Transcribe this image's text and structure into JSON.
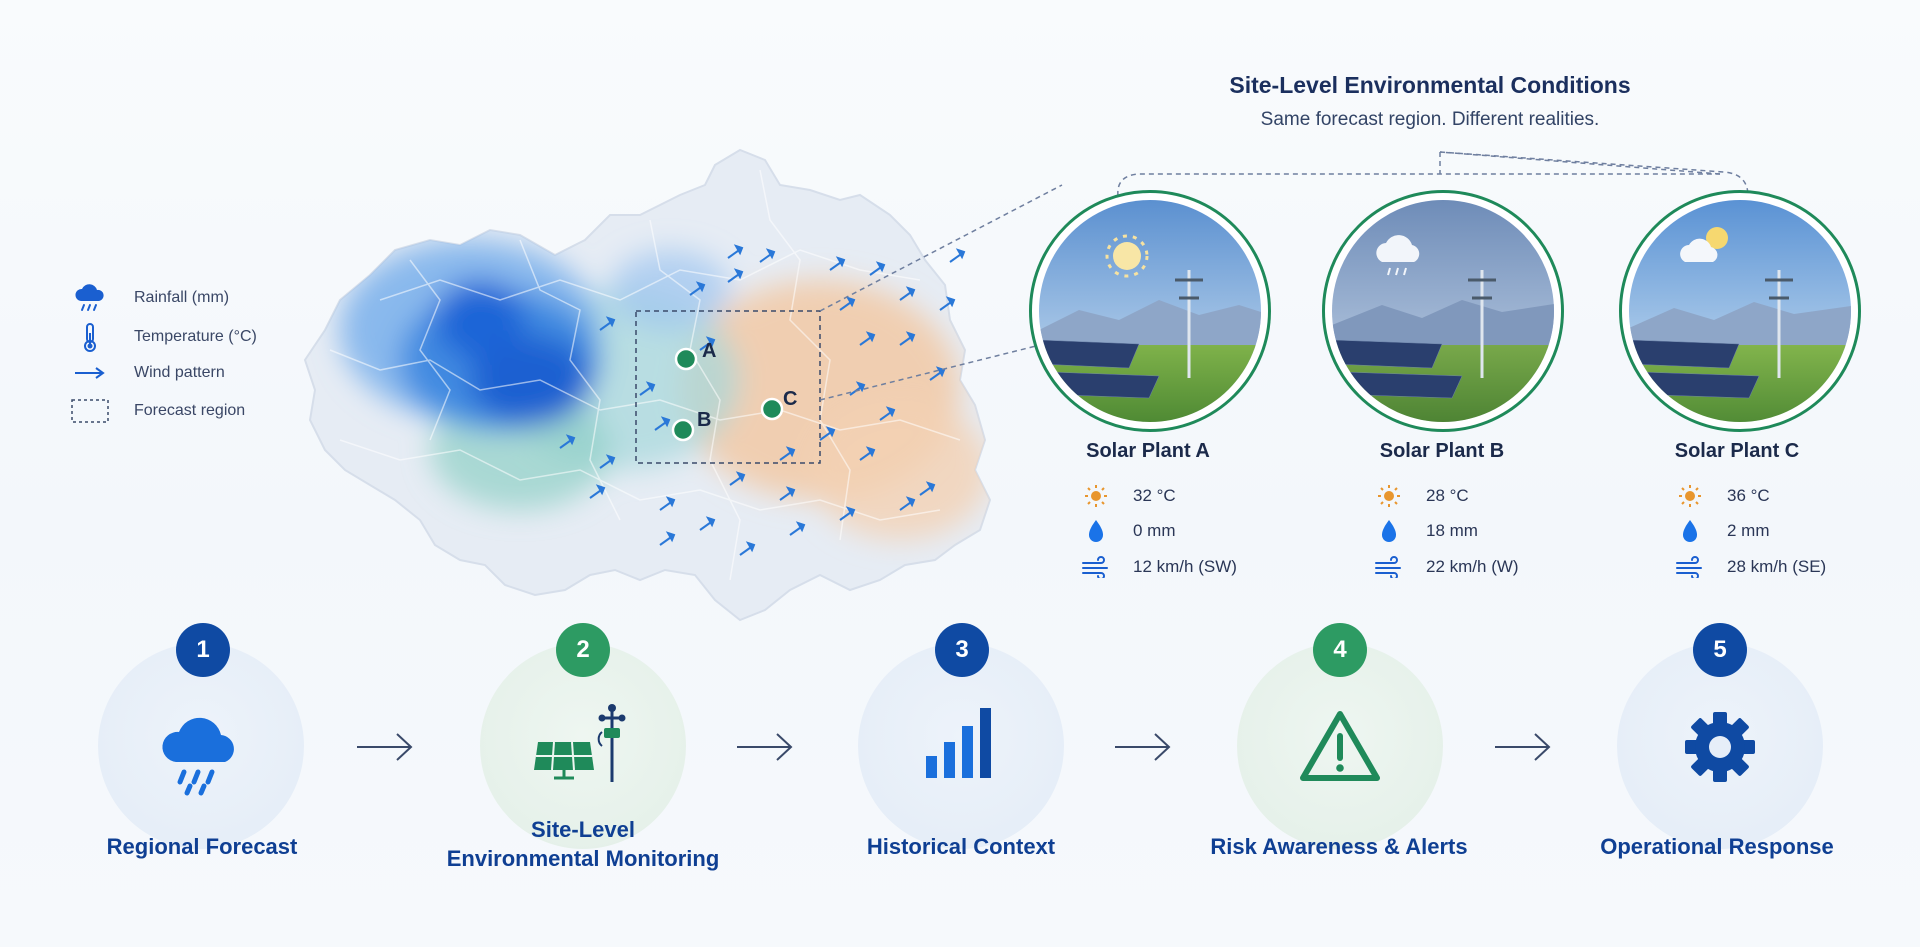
{
  "header": {
    "title": "Site-Level Environmental Conditions",
    "subtitle": "Same forecast region. Different realities."
  },
  "legend": {
    "items": [
      {
        "label": "Rainfall (mm)",
        "icon": "rain-cloud-icon"
      },
      {
        "label": "Temperature (°C)",
        "icon": "thermometer-icon"
      },
      {
        "label": "Wind pattern",
        "icon": "wind-arrow-icon"
      },
      {
        "label": "Forecast region",
        "icon": "dashed-box-icon"
      }
    ]
  },
  "map": {
    "markers": [
      {
        "label": "A"
      },
      {
        "label": "B"
      },
      {
        "label": "C"
      }
    ]
  },
  "plants": [
    {
      "name": "Solar Plant A",
      "sky": "sunny",
      "temperature": "32 °C",
      "rainfall": "0 mm",
      "wind": "12 km/h (SW)"
    },
    {
      "name": "Solar Plant B",
      "sky": "rainy",
      "temperature": "28 °C",
      "rainfall": "18 mm",
      "wind": "22 km/h (W)"
    },
    {
      "name": "Solar Plant C",
      "sky": "partly-cloudy",
      "temperature": "36 °C",
      "rainfall": "2 mm",
      "wind": "28 km/h (SE)"
    }
  ],
  "steps": [
    {
      "number": "1",
      "label": "Regional Forecast",
      "icon": "rain-cloud-icon",
      "accent": "blue"
    },
    {
      "number": "2",
      "label_line1": "Site-Level",
      "label_line2": "Environmental Monitoring",
      "icon": "solar-panel-weather-station-icon",
      "accent": "green"
    },
    {
      "number": "3",
      "label": "Historical Context",
      "icon": "bar-chart-icon",
      "accent": "blue"
    },
    {
      "number": "4",
      "label": "Risk Awareness & Alerts",
      "icon": "warning-triangle-icon",
      "accent": "green"
    },
    {
      "number": "5",
      "label": "Operational Response",
      "icon": "gear-icon",
      "accent": "blue"
    }
  ],
  "colors": {
    "primary_blue": "#0f4aa3",
    "accent_green": "#2d9b63",
    "sun_orange": "#e8962e",
    "water_blue": "#1a73e8"
  }
}
